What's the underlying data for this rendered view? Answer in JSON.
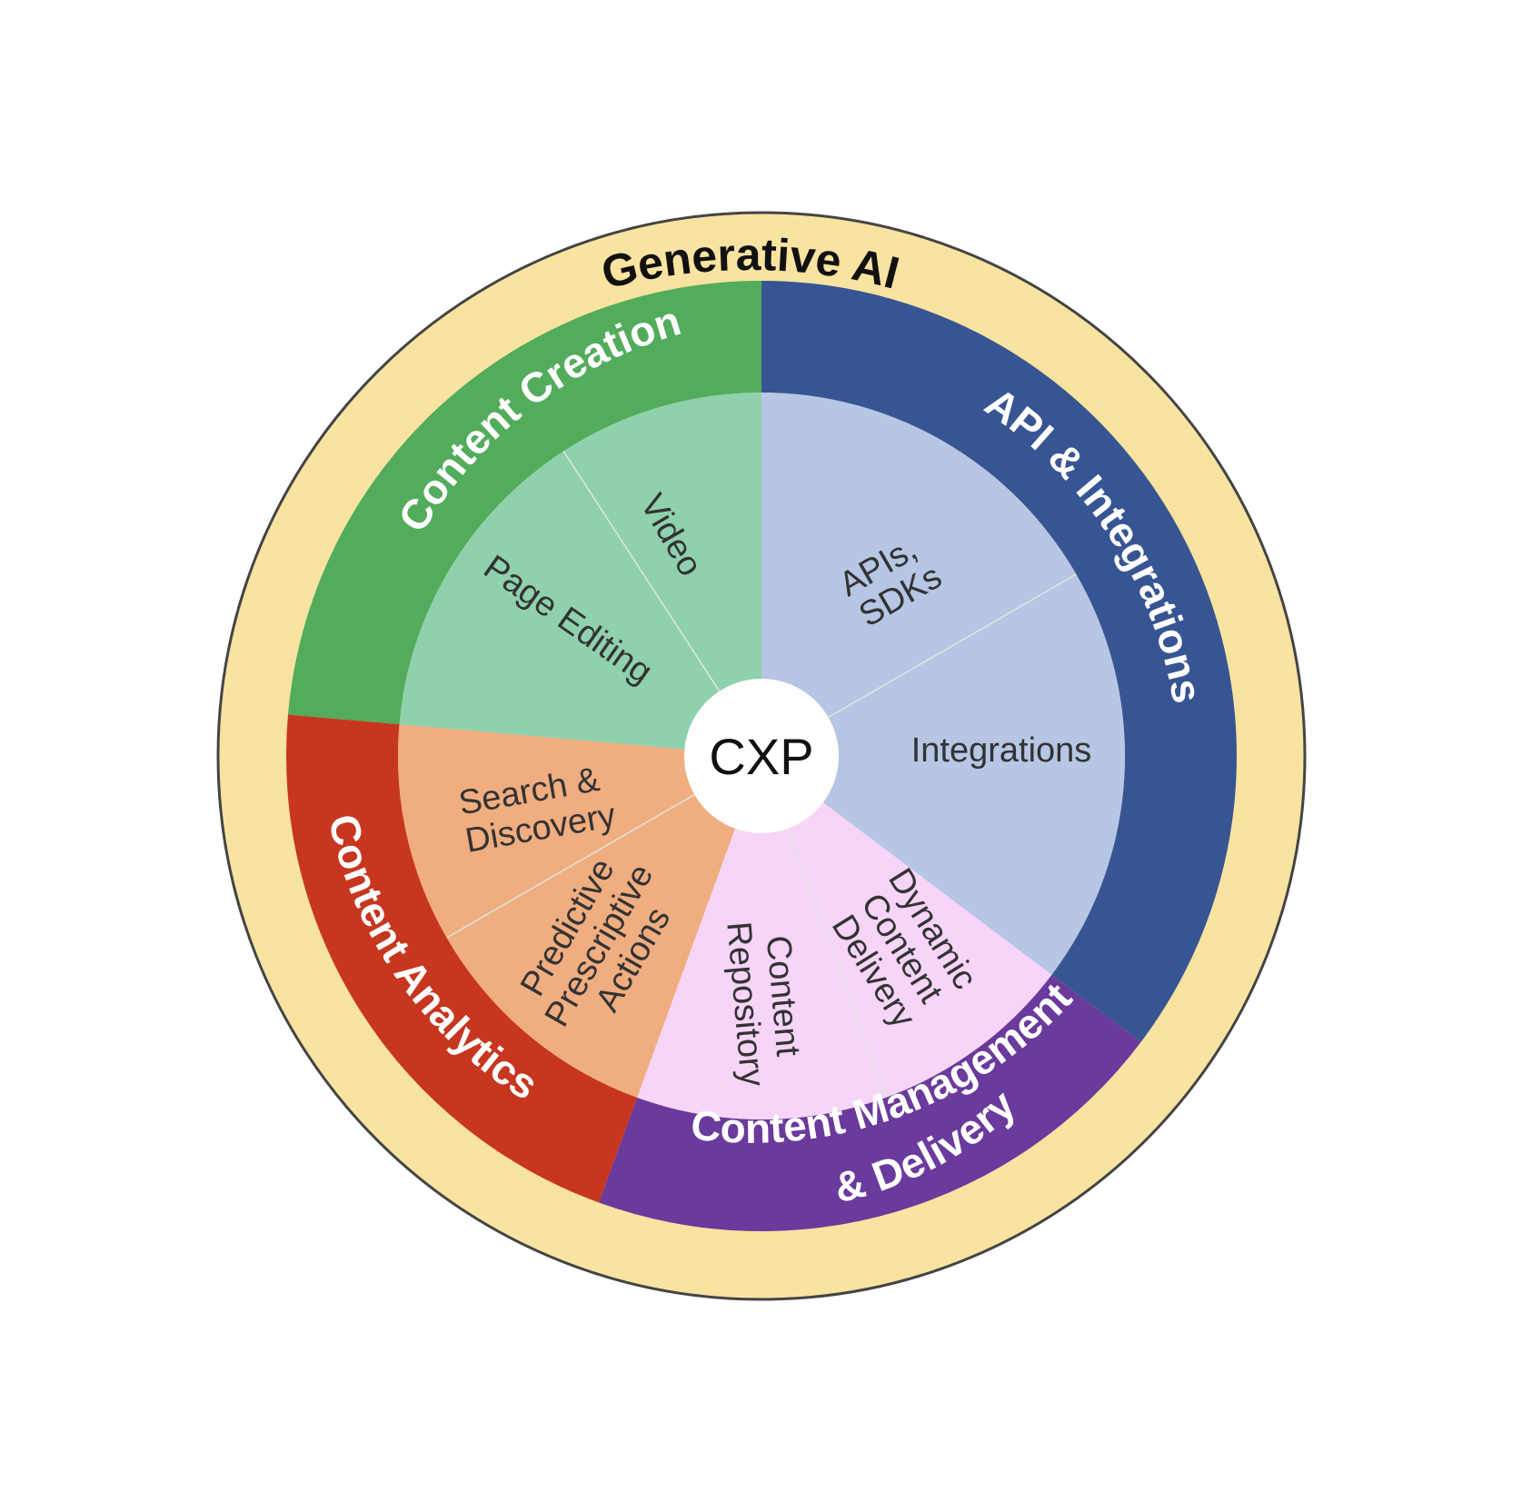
{
  "outer_label": "Generative AI",
  "center_label": "CXP",
  "colors": {
    "outer_ring": "#f9e3a1",
    "outer_ring_stroke": "#444444",
    "content_creation": "#52ac5c",
    "content_creation_inner": "#8fd1ad",
    "api_integrations": "#385593",
    "api_integrations_inner": "#b6c6e4",
    "content_management": "#6a3a9c",
    "content_management_inner": "#f6d5f9",
    "content_analytics": "#c7361f",
    "content_analytics_inner": "#f0ad80",
    "center": "#ffffff"
  },
  "categories": [
    {
      "key": "content_creation",
      "label": "Content Creation",
      "icon": "pencil-icon",
      "subitems": [
        {
          "lines": [
            "Page Editing"
          ]
        },
        {
          "lines": [
            "Video"
          ]
        }
      ]
    },
    {
      "key": "api_integrations",
      "label": "API & Integrations",
      "icon": "plug-icon",
      "subitems": [
        {
          "lines": [
            "APIs,",
            "SDKs"
          ]
        },
        {
          "lines": [
            "Integrations"
          ]
        }
      ]
    },
    {
      "key": "content_management",
      "label_lines": [
        "Content Management",
        "& Delivery"
      ],
      "icon": "box-icon",
      "subitems": [
        {
          "lines": [
            "Dynamic",
            "Content",
            "Delivery"
          ]
        },
        {
          "lines": [
            "Content",
            "Repository"
          ]
        }
      ]
    },
    {
      "key": "content_analytics",
      "label": "Content Analytics",
      "icon": "chart-icon",
      "subitems": [
        {
          "lines": [
            "Predictive",
            "Prescriptive",
            "Actions"
          ]
        },
        {
          "lines": [
            "Search &",
            "Discovery"
          ]
        }
      ]
    }
  ]
}
